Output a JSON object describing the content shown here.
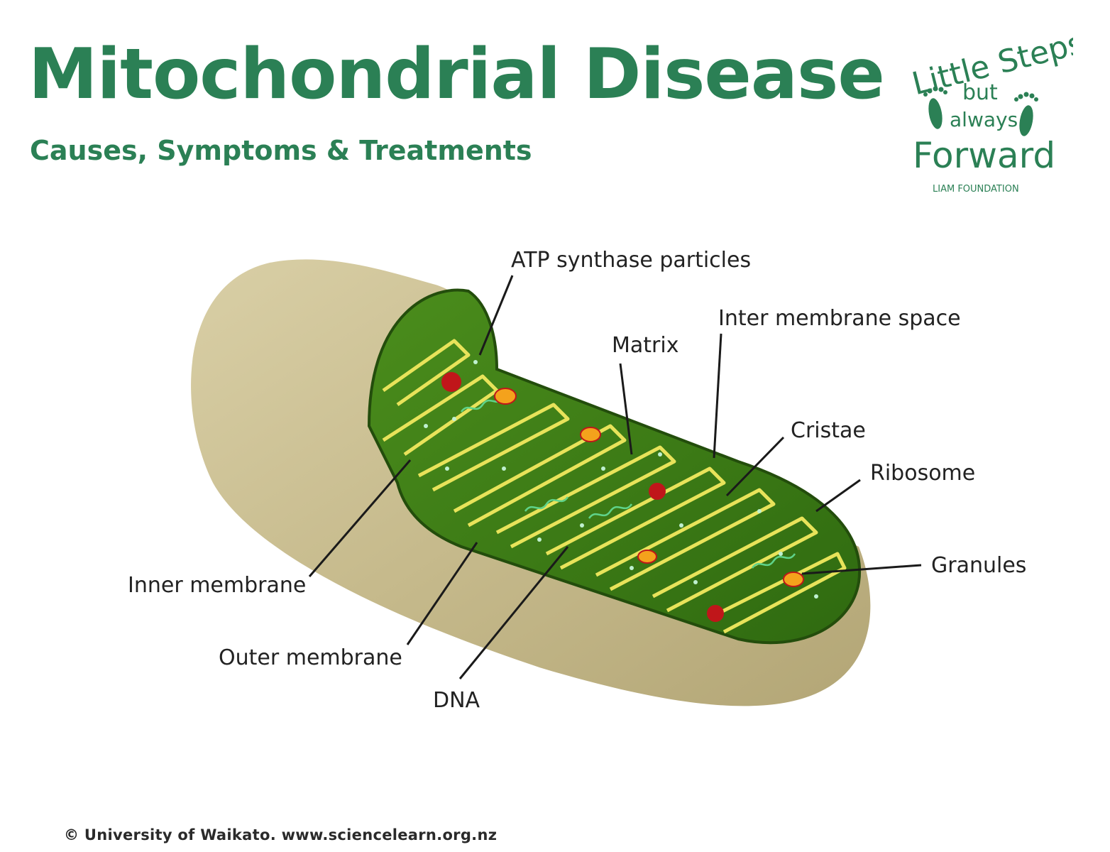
{
  "header": {
    "title": "Mitochondrial Disease",
    "subtitle": "Causes, Symptoms & Treatments"
  },
  "logo": {
    "line1": "Little Steps",
    "line2": "but",
    "line3": "always",
    "line4": "Forward",
    "org": "LIAM FOUNDATION",
    "icon": "footprints-icon",
    "color": "#2b8055"
  },
  "diagram": {
    "labels": {
      "atp": "ATP synthase particles",
      "inter_membrane": "Inter membrane space",
      "matrix": "Matrix",
      "cristae": "Cristae",
      "ribosome": "Ribosome",
      "granules": "Granules",
      "inner_membrane": "Inner membrane",
      "outer_membrane": "Outer membrane",
      "dna": "DNA"
    },
    "colors": {
      "outer": "#c9bd8f",
      "matrix": "#3f7d17",
      "cristae": "#e8e35a",
      "granule_red": "#c0161a",
      "granule_orange": "#f4a21c"
    }
  },
  "footer": {
    "credit": "© University of Waikato. www.sciencelearn.org.nz"
  }
}
